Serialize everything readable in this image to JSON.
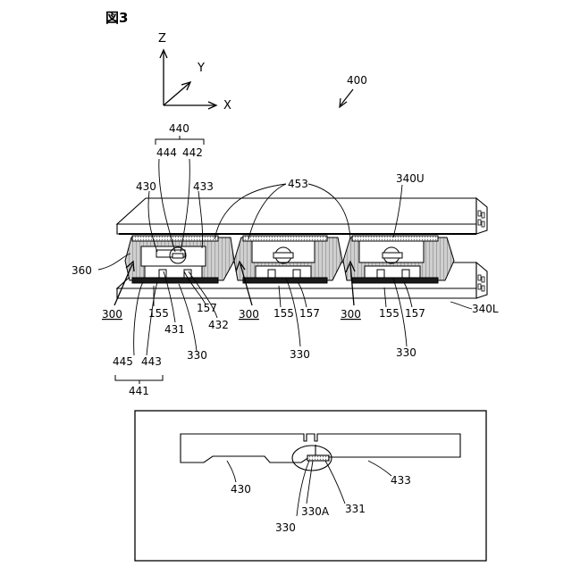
{
  "figure": {
    "title": "図3",
    "axes": {
      "z": "Z",
      "y": "Y",
      "x": "X"
    },
    "ref_main": "400",
    "labels": {
      "r440": "440",
      "r444": "444",
      "r442": "442",
      "r430": "430",
      "r433": "433",
      "r453": "453",
      "r340U": "340U",
      "r360": "360",
      "r300a": "300",
      "r300b": "300",
      "r300c": "300",
      "r155a": "155",
      "r157a": "157",
      "r431": "431",
      "r432": "432",
      "r155b": "155",
      "r157b": "157",
      "r155c": "155",
      "r157c": "157",
      "r340L": "340L",
      "r330a": "330",
      "r330b": "330",
      "r330c": "330",
      "r445": "445",
      "r443": "443",
      "r441": "441"
    },
    "detail": {
      "r430": "430",
      "r433": "433",
      "r330": "330",
      "r330A": "330A",
      "r331": "331"
    }
  }
}
